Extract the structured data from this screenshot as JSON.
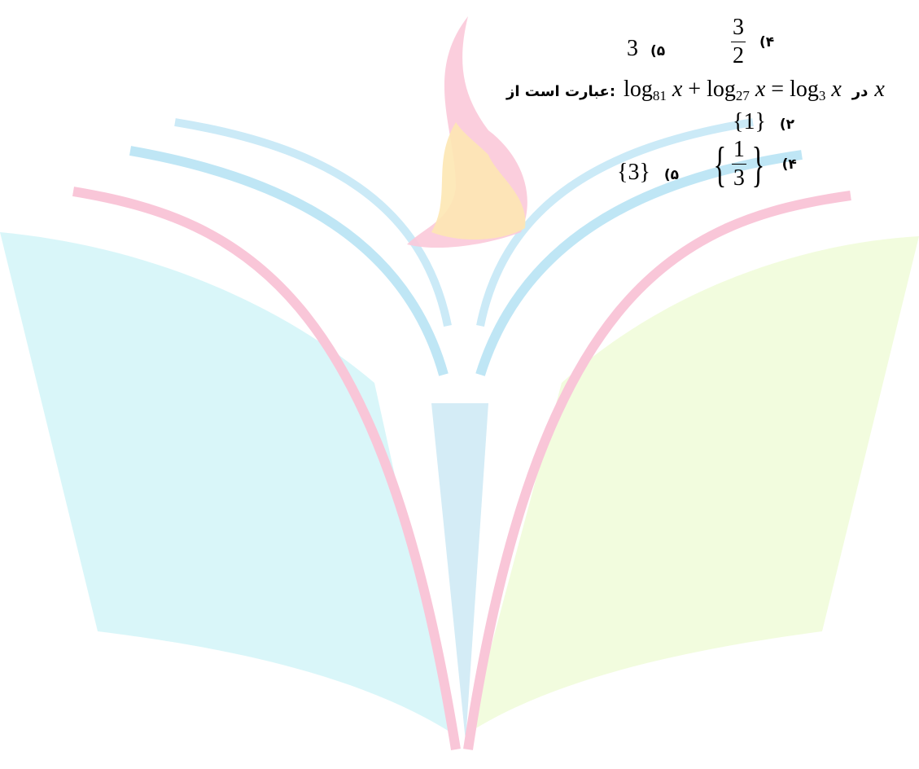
{
  "question_prev_options": {
    "opt5": {
      "marker": "۵)",
      "value": "3"
    },
    "opt4": {
      "marker": "۴)",
      "numerator": "3",
      "denominator": "2"
    }
  },
  "question": {
    "text_in": "در",
    "variable": "x",
    "equation": {
      "log1_base": "81",
      "log2_base": "27",
      "log3_base": "3",
      "log_word": "log",
      "var": "x",
      "plus": "+",
      "equals": "="
    },
    "text_tail": "عبارت است از:"
  },
  "options": {
    "opt2": {
      "marker": "۲)",
      "value": "{1}"
    },
    "opt5": {
      "marker": "۵)",
      "value": "{3}"
    },
    "opt4": {
      "marker": "۴)",
      "numerator": "1",
      "denominator": "3"
    }
  },
  "colors": {
    "watermark_pink": "#f7b9cf",
    "watermark_blue": "#a9ddf2",
    "watermark_teal": "#c9f3f7",
    "watermark_green": "#eefcd4",
    "watermark_flame_yellow": "#fde7b3"
  }
}
